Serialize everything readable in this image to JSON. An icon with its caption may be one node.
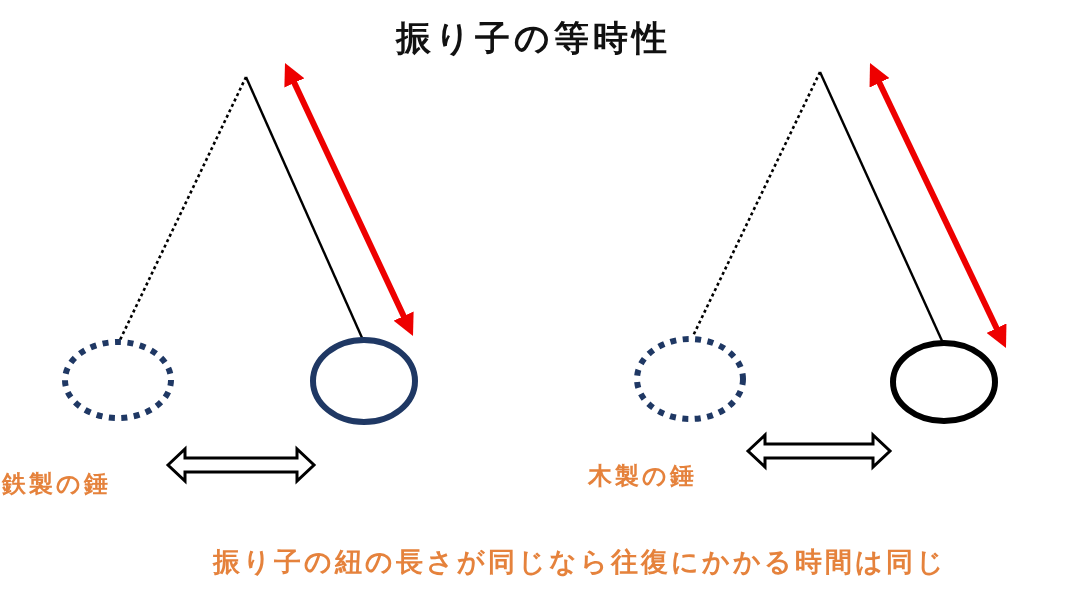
{
  "diagram": {
    "title": "振り子の等時性",
    "caption": "振り子の紐の長さが同じなら往復にかかる時間は同じ",
    "labels": [
      "鉄製の錘",
      "木製の錘"
    ]
  }
}
